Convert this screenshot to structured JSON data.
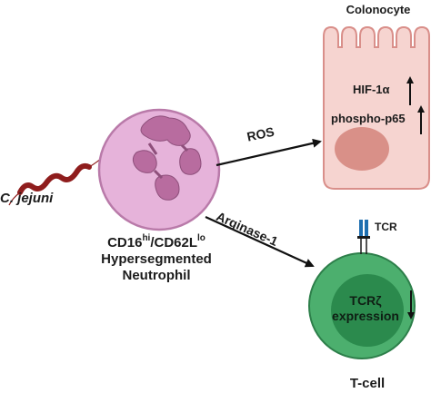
{
  "labels": {
    "bacterium": "C. jejuni",
    "neutrophil_line1_a": "CD16",
    "neutrophil_line1_sup_a": "hi",
    "neutrophil_line1_b": "/CD62L",
    "neutrophil_line1_sup_b": "lo",
    "neutrophil_line2": "Hypersegmented",
    "neutrophil_line3": "Neutrophil",
    "colonocyte_title": "Colonocyte",
    "hif": "HIF-1α",
    "phospho": "phospho-p65",
    "ros": "ROS",
    "arginase": "Arginase-1",
    "tcr": "TCR",
    "tcr_zeta_line1": "TCRζ",
    "tcr_zeta_line2": "expression",
    "tcell_title": "T-cell"
  },
  "colors": {
    "neutrophil_fill": "#e6b3da",
    "neutrophil_stroke": "#b97aa9",
    "nucleus_fill": "#b86c9f",
    "colonocyte_fill": "#f6d4d0",
    "colonocyte_stroke": "#d98f8a",
    "colonocyte_nucleus": "#d99088",
    "tcell_outer": "#4caf6e",
    "tcell_inner": "#2b8a4d",
    "bacterium": "#8f1d1d",
    "receptor": "#1f6fb0"
  }
}
